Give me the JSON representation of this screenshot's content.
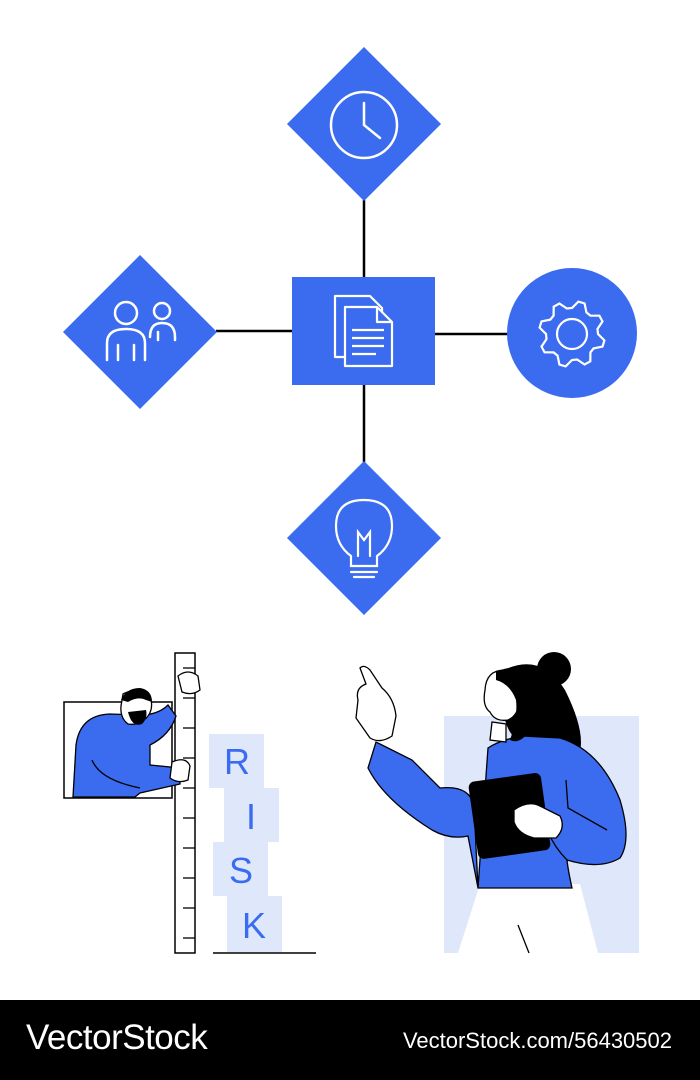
{
  "risk_word": {
    "letters": [
      "R",
      "I",
      "S",
      "K"
    ]
  },
  "footer": {
    "brand": "VectorStock",
    "url": "VectorStock.com/56430502"
  },
  "colors": {
    "accent": "#3b6cf0",
    "light_blue": "#dfe7fb",
    "black": "#000000",
    "white": "#ffffff"
  },
  "icons": {
    "top": "clock-icon",
    "left": "users-icon",
    "center": "documents-icon",
    "right": "gear-icon",
    "bottom": "lightbulb-icon"
  }
}
